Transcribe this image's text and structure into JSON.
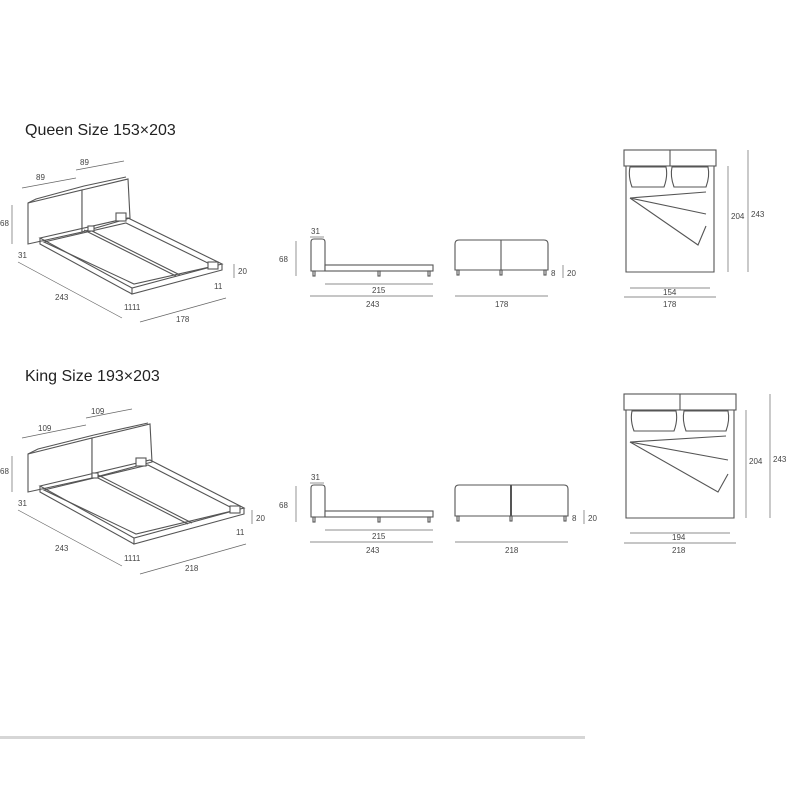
{
  "queen": {
    "title": "Queen Size 153×203",
    "iso": {
      "w_left": "89",
      "w_right": "89",
      "h": "68",
      "hb_depth": "31",
      "length": "243",
      "width": "178",
      "leg_h": "20",
      "leg_a": "11",
      "leg_b": "11",
      "leg_c": "11"
    },
    "side": {
      "hb": "31",
      "h": "68",
      "inner": "215",
      "total": "243"
    },
    "front": {
      "leg": "8",
      "h": "20",
      "width": "178"
    },
    "top": {
      "inner_w": "154",
      "outer_w": "178",
      "inner_l": "204",
      "outer_l": "243"
    }
  },
  "king": {
    "title": "King Size 193×203",
    "iso": {
      "w_left": "109",
      "w_right": "109",
      "h": "68",
      "hb_depth": "31",
      "length": "243",
      "width": "218",
      "leg_h": "20",
      "leg_a": "11",
      "leg_b": "11",
      "leg_c": "11"
    },
    "side": {
      "hb": "31",
      "h": "68",
      "inner": "215",
      "total": "243"
    },
    "front": {
      "leg": "8",
      "h": "20",
      "width": "218"
    },
    "top": {
      "inner_w": "194",
      "outer_w": "218",
      "inner_l": "204",
      "outer_l": "243"
    }
  }
}
